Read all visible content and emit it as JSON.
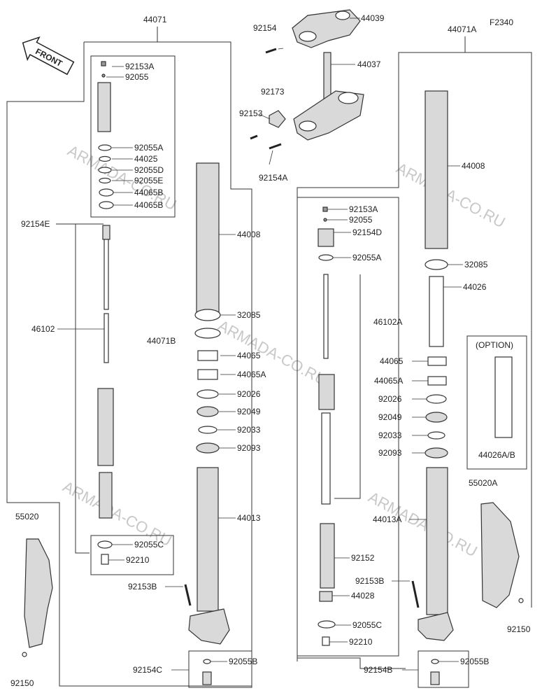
{
  "diagram_code": "F2340",
  "front_label": "FRONT",
  "option_label": "(OPTION)",
  "watermark": "ARMADA-CO.RU",
  "labels": {
    "p44071": "44071",
    "p44071A": "44071A",
    "p44039": "44039",
    "p92154": "92154",
    "p44037": "44037",
    "p92173": "92173",
    "p92153": "92153",
    "p92154A": "92154A",
    "p92153A_l": "92153A",
    "p92055_l": "92055",
    "p92055A_l": "92055A",
    "p44025": "44025",
    "p92055D": "92055D",
    "p92055E": "92055E",
    "p44065B": "44065B",
    "p44065B_2": "44065B",
    "p92154E": "92154E",
    "p46102": "46102",
    "p44071B": "44071B",
    "p44008_l": "44008",
    "p32085_l": "32085",
    "p44065_l": "44065",
    "p44065A_l": "44065A",
    "p92026_l": "92026",
    "p92049_l": "92049",
    "p92033_l": "92033",
    "p92093_l": "92093",
    "p44013": "44013",
    "p55020": "55020",
    "p92055C_l": "92055C",
    "p92210_l": "92210",
    "p92153B_l": "92153B",
    "p92154C": "92154C",
    "p92055B_l": "92055B",
    "p92150_l": "92150",
    "p92153A_r": "92153A",
    "p92055_r": "92055",
    "p92154D": "92154D",
    "p92055A_r": "92055A",
    "p46102A": "46102A",
    "p92152": "92152",
    "p44028": "44028",
    "p92055C_r": "92055C",
    "p92210_r": "92210",
    "p92154B": "92154B",
    "p44008_r": "44008",
    "p32085_r": "32085",
    "p44026": "44026",
    "p44065_r": "44065",
    "p44065A_r": "44065A",
    "p92026_r": "92026",
    "p92049_r": "92049",
    "p92033_r": "92033",
    "p92093_r": "92093",
    "p44013A": "44013A",
    "p92153B_r": "92153B",
    "p92055B_r": "92055B",
    "p55020A": "55020A",
    "p92150_r": "92150",
    "p44026AB": "44026A/B"
  }
}
